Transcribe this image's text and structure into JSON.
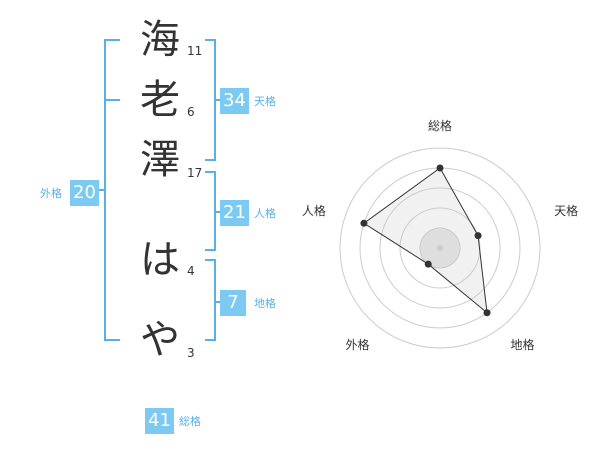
{
  "name": {
    "chars": [
      {
        "char": "海",
        "strokes": "11"
      },
      {
        "char": "老",
        "strokes": "6"
      },
      {
        "char": "澤",
        "strokes": "17"
      },
      {
        "char": "は",
        "strokes": "4"
      },
      {
        "char": "や",
        "strokes": "3"
      }
    ]
  },
  "fortune": {
    "tenkaku": {
      "value": "34",
      "label": "天格"
    },
    "jinkaku": {
      "value": "21",
      "label": "人格"
    },
    "chikaku": {
      "value": "7",
      "label": "地格"
    },
    "gaikaku": {
      "value": "20",
      "label": "外格"
    },
    "soukaku": {
      "value": "41",
      "label": "総格"
    }
  },
  "colors": {
    "accent": "#7ccaf2",
    "bracket": "#5ab0e6",
    "text": "#333333",
    "grid": "#cccccc"
  },
  "chart_data": {
    "type": "radar",
    "axes": [
      "総格",
      "天格",
      "地格",
      "外格",
      "人格"
    ],
    "values": [
      4,
      2,
      4,
      1,
      4
    ],
    "max": 5,
    "rings": 5
  }
}
